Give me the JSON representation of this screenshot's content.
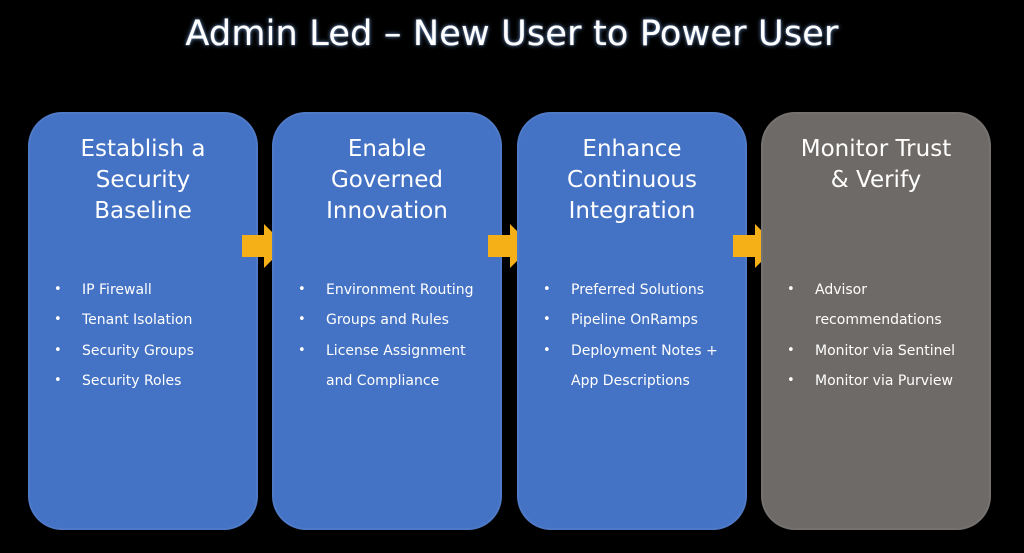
{
  "title": "Admin Led – New User to Power User",
  "colors": {
    "background": "#000000",
    "stage_blue": "#4472c4",
    "stage_gray": "#6e6a67",
    "arrow": "#f5b018",
    "text": "#ffffff"
  },
  "stages": [
    {
      "heading": [
        "Establish a",
        "Security",
        "Baseline"
      ],
      "items": [
        [
          "IP Firewall"
        ],
        [
          "Tenant Isolation"
        ],
        [
          "Security Groups"
        ],
        [
          "Security Roles"
        ]
      ]
    },
    {
      "heading": [
        "Enable",
        "Governed",
        "Innovation"
      ],
      "items": [
        [
          "Environment Routing"
        ],
        [
          "Groups and Rules"
        ],
        [
          "License Assignment",
          "and Compliance"
        ]
      ]
    },
    {
      "heading": [
        "Enhance",
        "Continuous",
        "Integration"
      ],
      "items": [
        [
          "Preferred Solutions"
        ],
        [
          "Pipeline OnRamps"
        ],
        [
          "Deployment Notes +",
          "App Descriptions"
        ]
      ]
    },
    {
      "heading": [
        "Monitor Trust",
        "& Verify"
      ],
      "items": [
        [
          "Advisor",
          "recommendations"
        ],
        [
          "Monitor via Sentinel"
        ],
        [
          "Monitor via Purview"
        ]
      ]
    }
  ],
  "icons": {
    "arrow": "right-arrow-icon"
  }
}
